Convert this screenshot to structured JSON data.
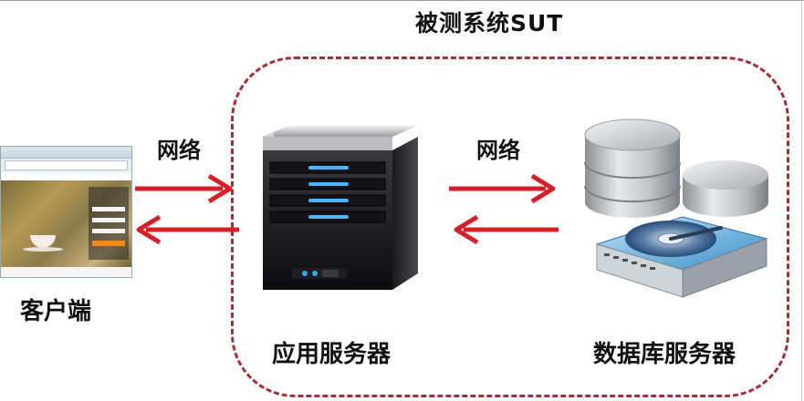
{
  "title": "被测系统SUT",
  "labels": {
    "network_left": "网络",
    "network_right": "网络",
    "client": "客户端",
    "app_server": "应用服务器",
    "db_server": "数据库服务器"
  },
  "colors": {
    "arrow": "#d42028",
    "boundary": "#a03035"
  },
  "icons": {
    "client": "browser-screenshot-icon",
    "app_server": "server-tower-icon",
    "db_server": "database-disk-icon"
  }
}
